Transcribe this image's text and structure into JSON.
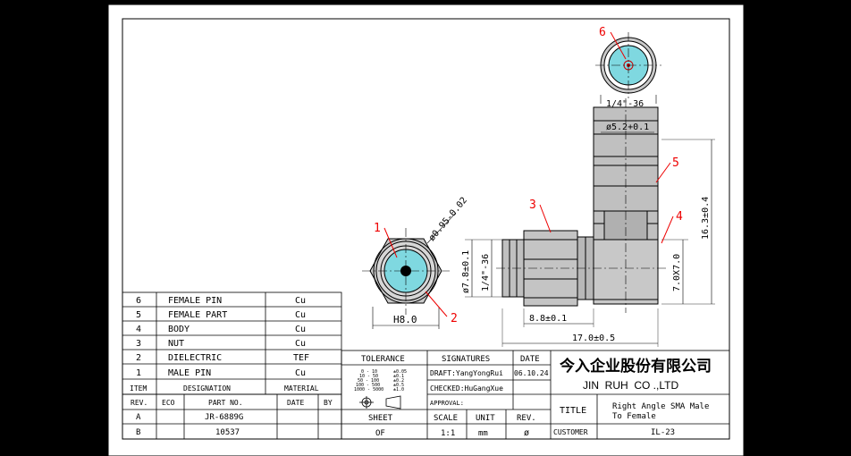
{
  "bom": {
    "rows": [
      {
        "item": "6",
        "designation": "FEMALE PIN",
        "material": "Cu"
      },
      {
        "item": "5",
        "designation": "FEMALE PART",
        "material": "Cu"
      },
      {
        "item": "4",
        "designation": "BODY",
        "material": "Cu"
      },
      {
        "item": "3",
        "designation": "NUT",
        "material": "Cu"
      },
      {
        "item": "2",
        "designation": "DIELECTRIC",
        "material": "TEF"
      },
      {
        "item": "1",
        "designation": "MALE PIN",
        "material": "Cu"
      }
    ],
    "headers": {
      "item": "ITEM",
      "designation": "DESIGNATION",
      "material": "MATERIAL"
    }
  },
  "revisions": {
    "headers": {
      "rev": "REV.",
      "eco": "ECO",
      "part_no": "PART NO.",
      "date": "DATE",
      "by": "BY"
    },
    "rows": [
      {
        "rev": "A",
        "part_no": "JR-6889G"
      },
      {
        "rev": "B",
        "part_no": "10537"
      }
    ]
  },
  "title_block": {
    "tolerance_label": "TOLERANCE",
    "tolerance_ranges": [
      "0 - 10",
      "10 - 50",
      "50 - 100",
      "100 - 500",
      "1000 - 5000"
    ],
    "tolerance_values": [
      "±0.05",
      "±0.1",
      "±0.2",
      "±0.5",
      "±1.0"
    ],
    "signatures_label": "SIGNATURES",
    "date_label": "DATE",
    "draft": "DRAFT:YangYongRui",
    "draft_date": "06.10.24",
    "checked": "CHECKED:HuGangXue",
    "approval": "APPROVAL:",
    "sheet_label": "SHEET",
    "sheet_value": "OF",
    "scale_label": "SCALE",
    "scale_value": "1:1",
    "unit_label": "UNIT",
    "unit_value": "mm",
    "rev_label": "REV.",
    "rev_value": "ø",
    "company_cn": "今入企业股份有限公司",
    "company_en": "JIN  RUH  CO .,LTD",
    "title_label": "TITLE",
    "title_line1": "Right Angle SMA Male",
    "title_line2": "To Female",
    "customer_label": "CUSTOMER",
    "customer_value": "IL-23"
  },
  "drawing": {
    "callouts": [
      "1",
      "2",
      "3",
      "4",
      "5",
      "6"
    ],
    "dims": {
      "pin_dia": "ø0.95-0.02",
      "hex": "H8.0",
      "nut_dia": "ø7.8±0.1",
      "nut_thread": "1/4\"-36",
      "len_88": "8.8±0.1",
      "len_170": "17.0±0.5",
      "body_sq": "7.0X7.0",
      "height": "16.3±0.4",
      "top_thread": "1/4\"-36",
      "inner_dia": "ø5.2+0.1"
    }
  },
  "colors": {
    "background": "#000000",
    "paper": "#ffffff",
    "line": "#000000",
    "callout": "#ff0000",
    "dielectric": "#7fd8e0",
    "part": "#c0c0c0"
  }
}
